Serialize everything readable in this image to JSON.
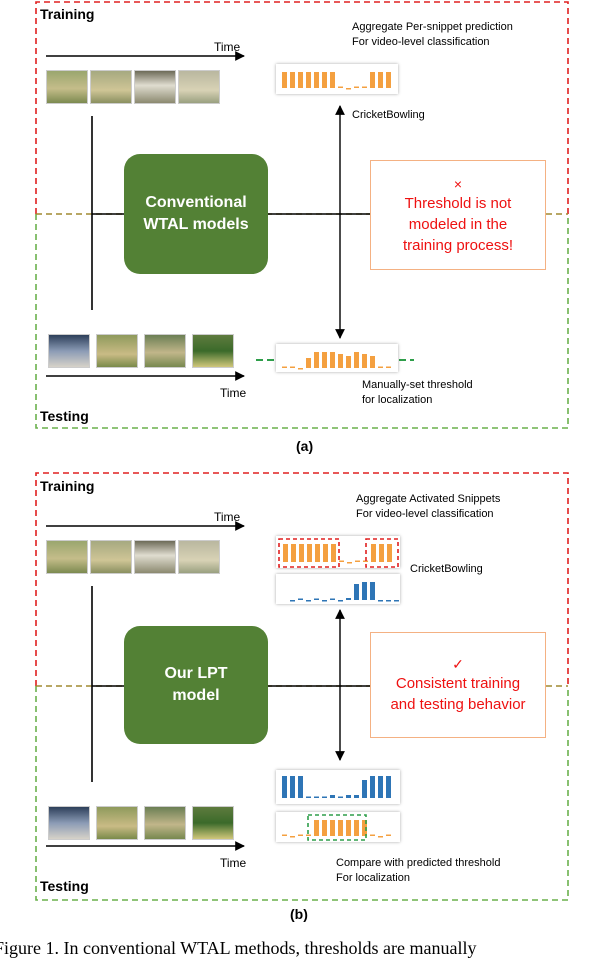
{
  "panel_a": {
    "training_label": "Training",
    "testing_label": "Testing",
    "time_top": "Time",
    "time_bottom": "Time",
    "aggregate_text_1": "Aggregate Per-snippet prediction",
    "aggregate_text_2": "For video-level classification",
    "class_label": "CricketBowling",
    "model_line_1": "Conventional",
    "model_line_2": "WTAL models",
    "note_mark": "×",
    "note_lines": [
      "Threshold is not",
      "modeled in the",
      "training process!"
    ],
    "threshold_text_1": "Manually-set threshold",
    "threshold_text_2": "for localization",
    "caption": "(a)"
  },
  "panel_b": {
    "training_label": "Training",
    "testing_label": "Testing",
    "time_top": "Time",
    "time_bottom": "Time",
    "aggregate_text_1": "Aggregate Activated Snippets",
    "aggregate_text_2": "For video-level classification",
    "class_label": "CricketBowling",
    "model_line_1": "Our LPT",
    "model_line_2": "model",
    "note_mark": "✓",
    "note_lines": [
      "Consistent training",
      "and testing behavior"
    ],
    "threshold_text_1": "Compare with predicted threshold",
    "threshold_text_2": "For localization",
    "caption": "(b)"
  },
  "figure_caption": "Figure 1. In conventional WTAL methods, thresholds are manually",
  "colors": {
    "training_border": "#e02020",
    "testing_border": "#6ab04c",
    "model_fill": "#538135",
    "orange_bar": "#f4a040",
    "blue_bar": "#2e75b6",
    "note_text": "#e11111",
    "note_border": "#f4b183"
  },
  "icons": {
    "note_mark_a": "cross-mark-icon",
    "note_mark_b": "check-mark-icon"
  }
}
